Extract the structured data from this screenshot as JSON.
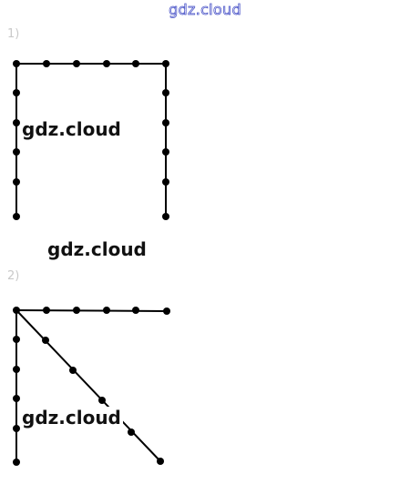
{
  "header": {
    "watermark": "gdz.cloud"
  },
  "problems": [
    {
      "number": "1)",
      "watermark": "gdz.cloud",
      "caption_watermark": "gdz.cloud"
    },
    {
      "number": "2)",
      "watermark": "gdz.cloud"
    }
  ],
  "colors": {
    "header_watermark": "#4b55c8",
    "lines": "#000000",
    "number_text": "#c9c9c9"
  }
}
